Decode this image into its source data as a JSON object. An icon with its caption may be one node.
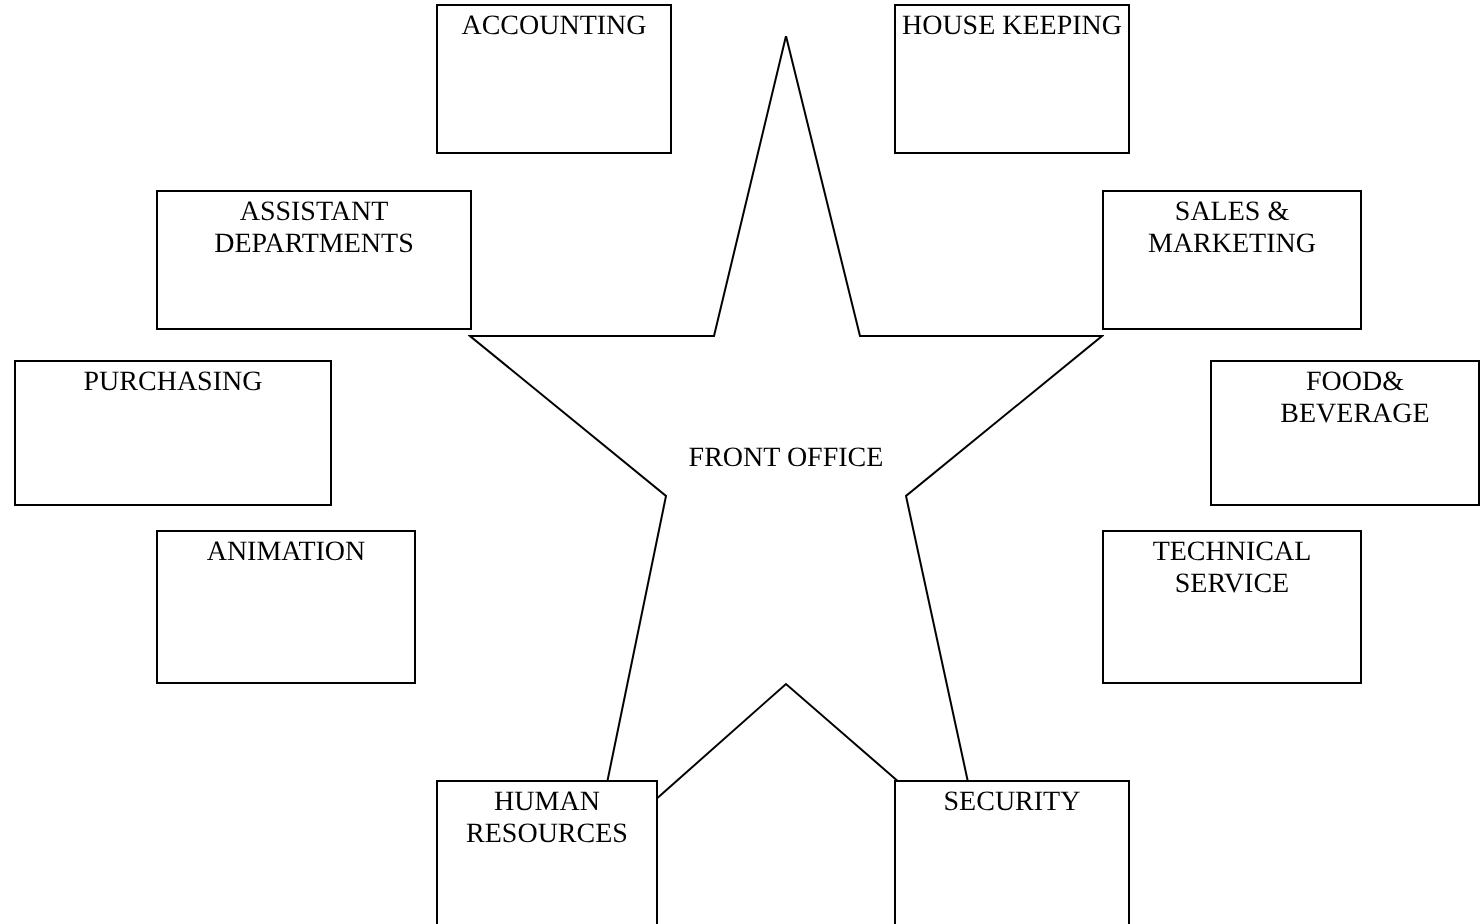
{
  "diagram": {
    "nodes": [
      {
        "text": [
          "ACCOUNTING"
        ]
      },
      {
        "text": [
          "HOUSE KEEPING"
        ]
      },
      {
        "text": [
          "ASSISTANT DEPARTMENTS"
        ]
      },
      {
        "text": [
          "SALES & MARKETING"
        ]
      },
      {
        "text": [
          "PURCHASING"
        ]
      },
      {
        "text": [
          "FRONT OFFICE"
        ]
      },
      {
        "text": [
          "FOOD& BEVERAGE"
        ]
      },
      {
        "text": [
          "ANIMATION"
        ]
      },
      {
        "text": [
          "TECHNICAL SERVICE"
        ]
      },
      {
        "text": [
          "HUMAN RESOURCES"
        ]
      },
      {
        "text": [
          "SECURITY"
        ]
      }
    ]
  }
}
